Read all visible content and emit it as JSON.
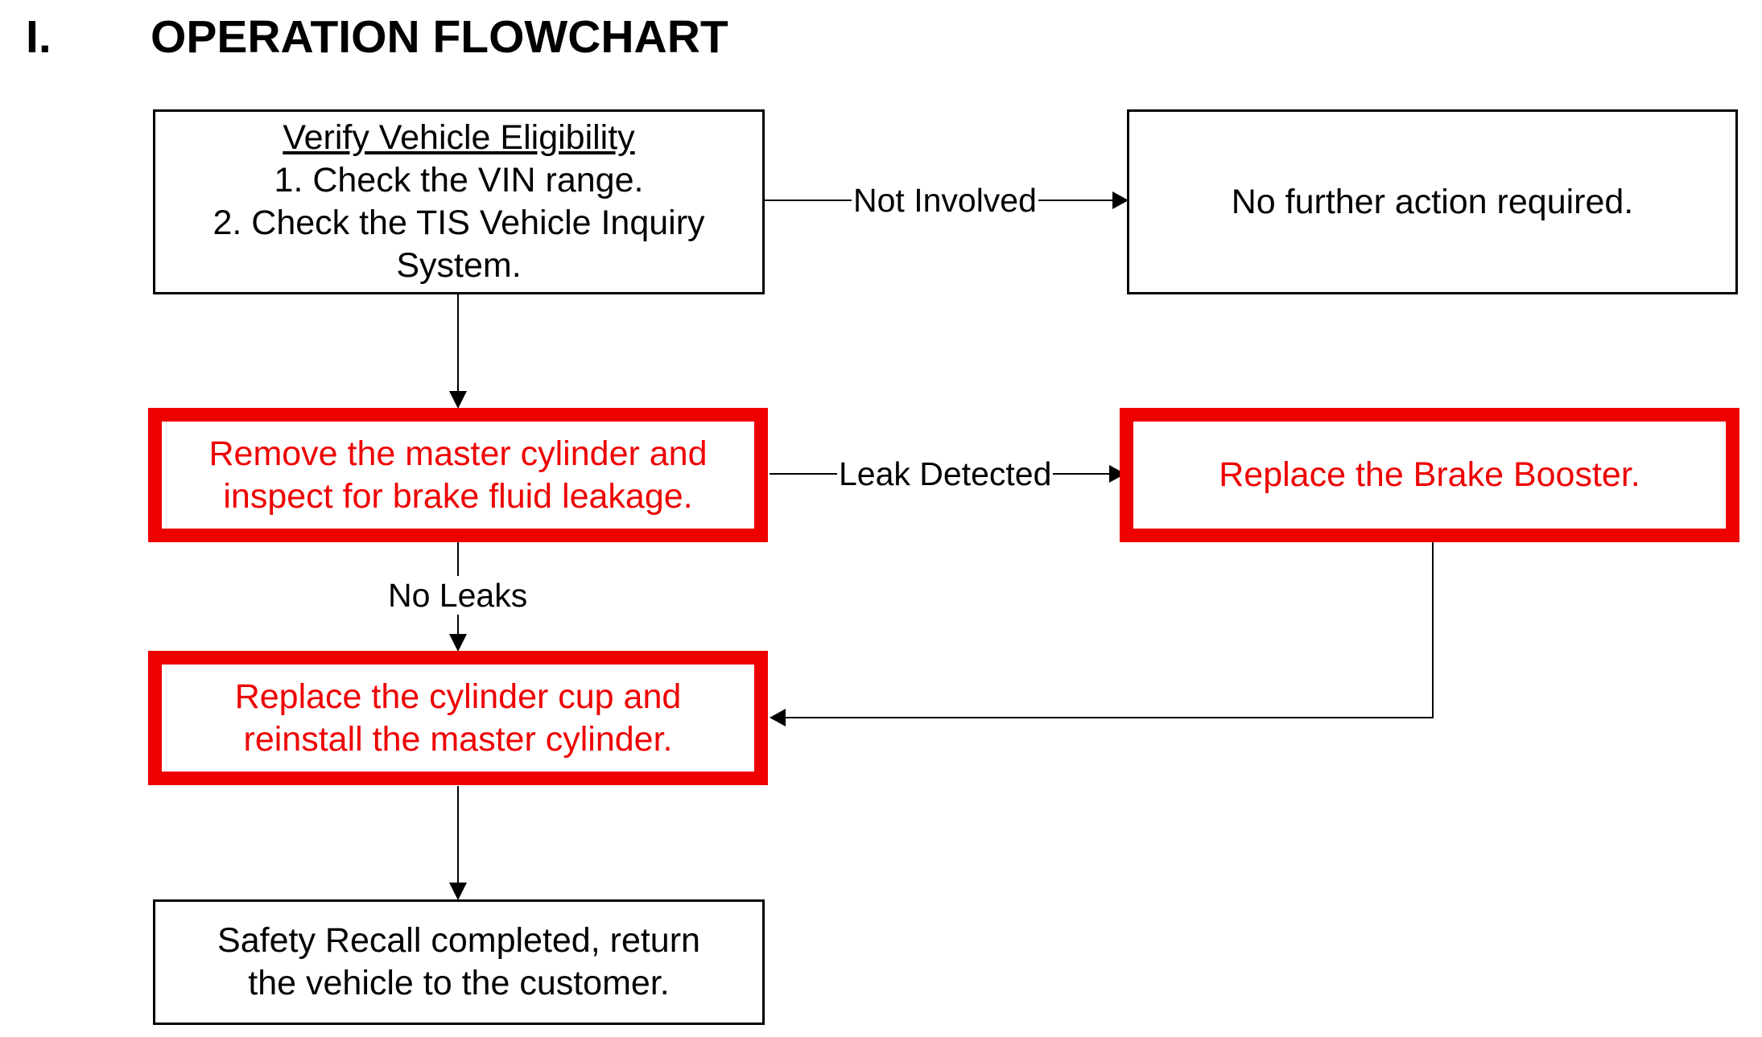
{
  "section": {
    "number": "I.",
    "title": "OPERATION FLOWCHART"
  },
  "colors": {
    "highlight": "#ee0000",
    "normal": "#000000"
  },
  "nodes": {
    "verify": {
      "heading": "Verify Vehicle Eligibility",
      "line1": "1. Check the VIN range.",
      "line2": "2. Check the TIS Vehicle Inquiry",
      "line3": "System."
    },
    "no_action": {
      "line1": "No further action required."
    },
    "inspect": {
      "line1": "Remove the master cylinder and",
      "line2": "inspect for brake fluid leakage."
    },
    "booster": {
      "line1": "Replace the Brake Booster."
    },
    "cup": {
      "line1": "Replace the cylinder cup and",
      "line2": "reinstall the master cylinder."
    },
    "complete": {
      "line1": "Safety Recall completed, return",
      "line2": "the vehicle to the customer."
    }
  },
  "edges": {
    "not_involved": "Not Involved",
    "leak_detected": "Leak Detected",
    "no_leaks": "No Leaks"
  }
}
